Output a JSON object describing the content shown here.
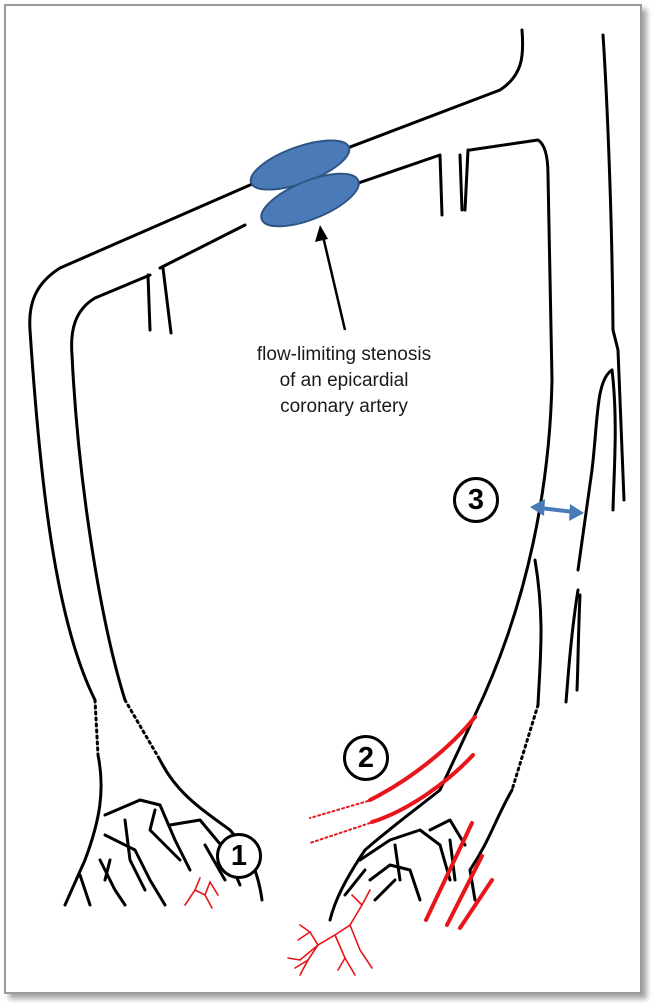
{
  "annotation": {
    "lines": [
      "flow-limiting stenosis",
      "of an epicardial",
      "coronary artery"
    ]
  },
  "markers": [
    "1",
    "2",
    "3"
  ],
  "colors": {
    "vessel": "#000000",
    "affected": "#e8151b",
    "stenosis_fill": "#4a7ab8",
    "stenosis_stroke": "#2f5584",
    "arrow_double": "#4a7ab8",
    "frame_border": "#9a9a9a"
  },
  "icons": [
    "double-headed-arrow-icon",
    "pointer-arrow-icon"
  ]
}
